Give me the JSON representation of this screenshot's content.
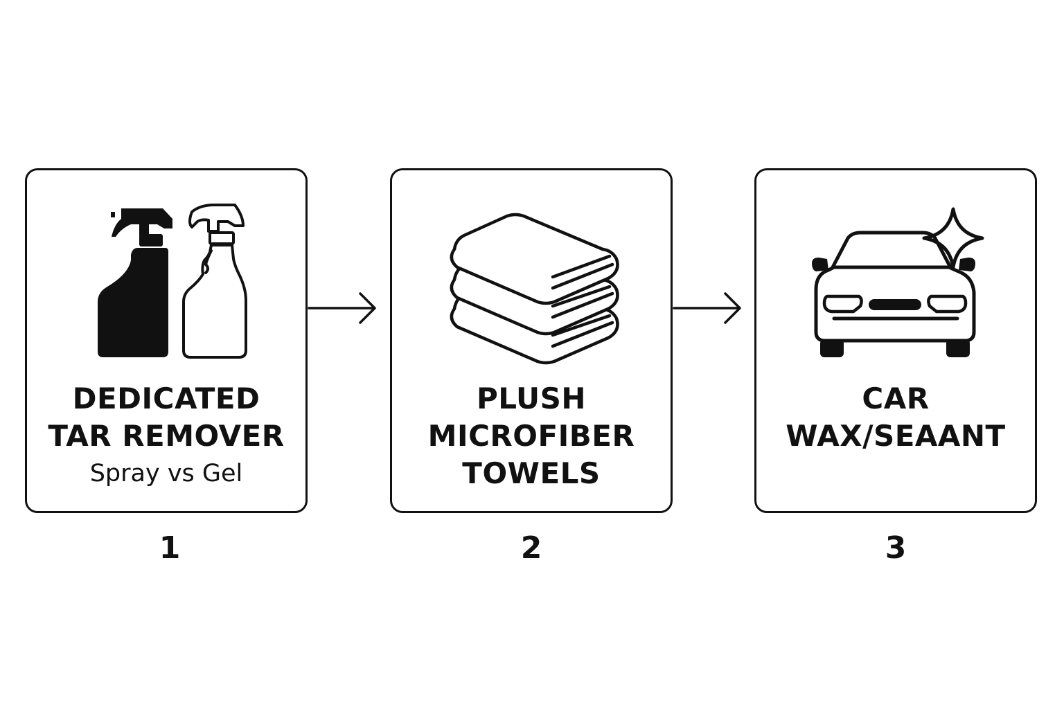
{
  "steps": [
    {
      "number": "1",
      "title_lines": [
        "DEDICATED",
        "TAR REMOVER"
      ],
      "subtitle": "Spray vs Gel",
      "icon": "spray-bottles-icon"
    },
    {
      "number": "2",
      "title_lines": [
        "PLUSH",
        "MICROFIBER",
        "TOWELS"
      ],
      "subtitle": "",
      "icon": "folded-towels-icon"
    },
    {
      "number": "3",
      "title_lines": [
        "CAR",
        "WAX/SEAANT"
      ],
      "subtitle": "",
      "icon": "car-sparkle-icon"
    }
  ],
  "colors": {
    "stroke": "#111111",
    "background": "#ffffff"
  }
}
